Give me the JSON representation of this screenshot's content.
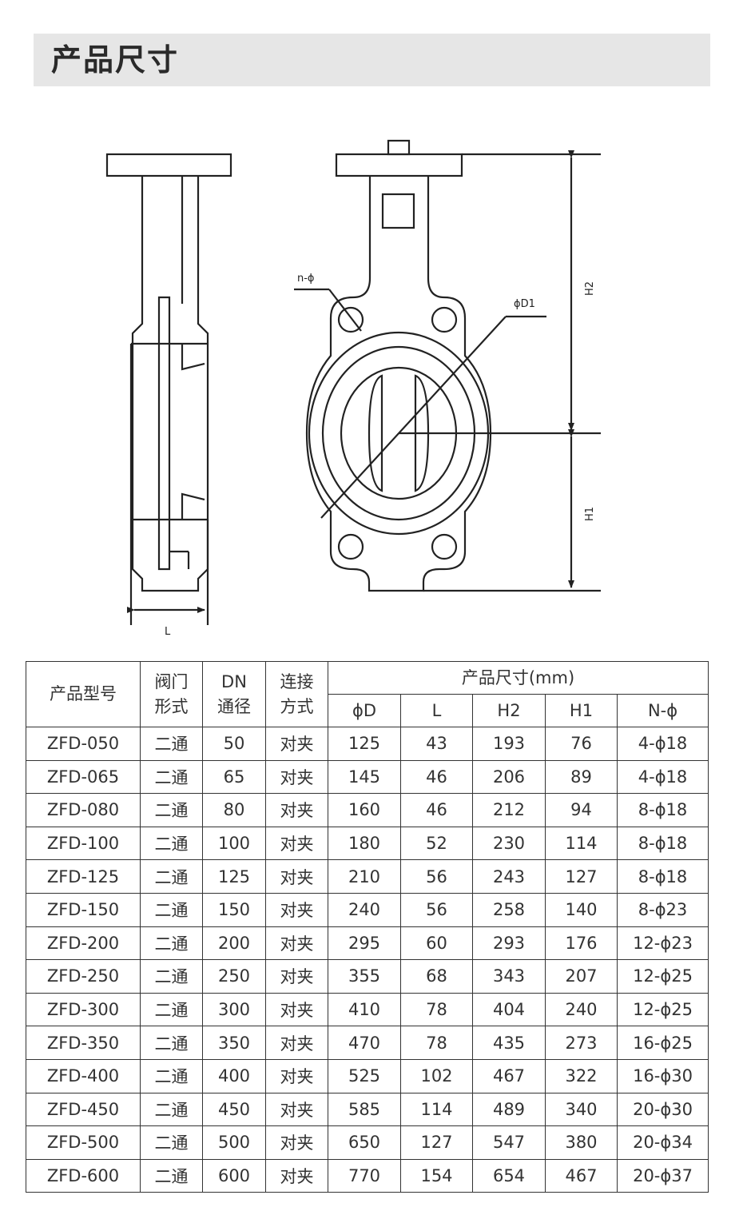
{
  "header": {
    "title": "产品尺寸"
  },
  "drawing": {
    "labels": {
      "n_phi": "n-ϕ",
      "phi_d1": "ϕD1",
      "h2": "H2",
      "h1": "H1",
      "l": "L"
    }
  },
  "table": {
    "headers": {
      "model": "产品型号",
      "valve_line1": "阀门",
      "valve_line2": "形式",
      "dn_line1": "DN",
      "dn_line2": "通径",
      "conn_line1": "连接",
      "conn_line2": "方式",
      "size_group": "产品尺寸(mm)",
      "phi_d": "ϕD",
      "l": "L",
      "h2": "H2",
      "h1": "H1",
      "n_phi": "N-ϕ"
    },
    "rows": [
      [
        "ZFD-050",
        "二通",
        "50",
        "对夹",
        "125",
        "43",
        "193",
        "76",
        "4-ϕ18"
      ],
      [
        "ZFD-065",
        "二通",
        "65",
        "对夹",
        "145",
        "46",
        "206",
        "89",
        "4-ϕ18"
      ],
      [
        "ZFD-080",
        "二通",
        "80",
        "对夹",
        "160",
        "46",
        "212",
        "94",
        "8-ϕ18"
      ],
      [
        "ZFD-100",
        "二通",
        "100",
        "对夹",
        "180",
        "52",
        "230",
        "114",
        "8-ϕ18"
      ],
      [
        "ZFD-125",
        "二通",
        "125",
        "对夹",
        "210",
        "56",
        "243",
        "127",
        "8-ϕ18"
      ],
      [
        "ZFD-150",
        "二通",
        "150",
        "对夹",
        "240",
        "56",
        "258",
        "140",
        "8-ϕ23"
      ],
      [
        "ZFD-200",
        "二通",
        "200",
        "对夹",
        "295",
        "60",
        "293",
        "176",
        "12-ϕ23"
      ],
      [
        "ZFD-250",
        "二通",
        "250",
        "对夹",
        "355",
        "68",
        "343",
        "207",
        "12-ϕ25"
      ],
      [
        "ZFD-300",
        "二通",
        "300",
        "对夹",
        "410",
        "78",
        "404",
        "240",
        "12-ϕ25"
      ],
      [
        "ZFD-350",
        "二通",
        "350",
        "对夹",
        "470",
        "78",
        "435",
        "273",
        "16-ϕ25"
      ],
      [
        "ZFD-400",
        "二通",
        "400",
        "对夹",
        "525",
        "102",
        "467",
        "322",
        "16-ϕ30"
      ],
      [
        "ZFD-450",
        "二通",
        "450",
        "对夹",
        "585",
        "114",
        "489",
        "340",
        "20-ϕ30"
      ],
      [
        "ZFD-500",
        "二通",
        "500",
        "对夹",
        "650",
        "127",
        "547",
        "380",
        "20-ϕ34"
      ],
      [
        "ZFD-600",
        "二通",
        "600",
        "对夹",
        "770",
        "154",
        "654",
        "467",
        "20-ϕ37"
      ]
    ]
  }
}
